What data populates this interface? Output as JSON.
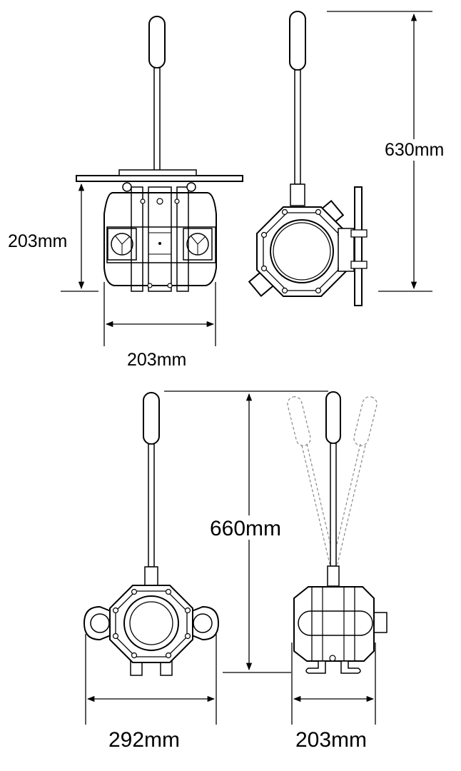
{
  "dimensions": {
    "top_left_height": "203mm",
    "top_left_width": "203mm",
    "top_right_height": "630mm",
    "bottom_height": "660mm",
    "bottom_left_width": "292mm",
    "bottom_right_width": "203mm"
  },
  "colors": {
    "line": "#000000",
    "fill": "#ffffff",
    "ghost": "#888888"
  }
}
